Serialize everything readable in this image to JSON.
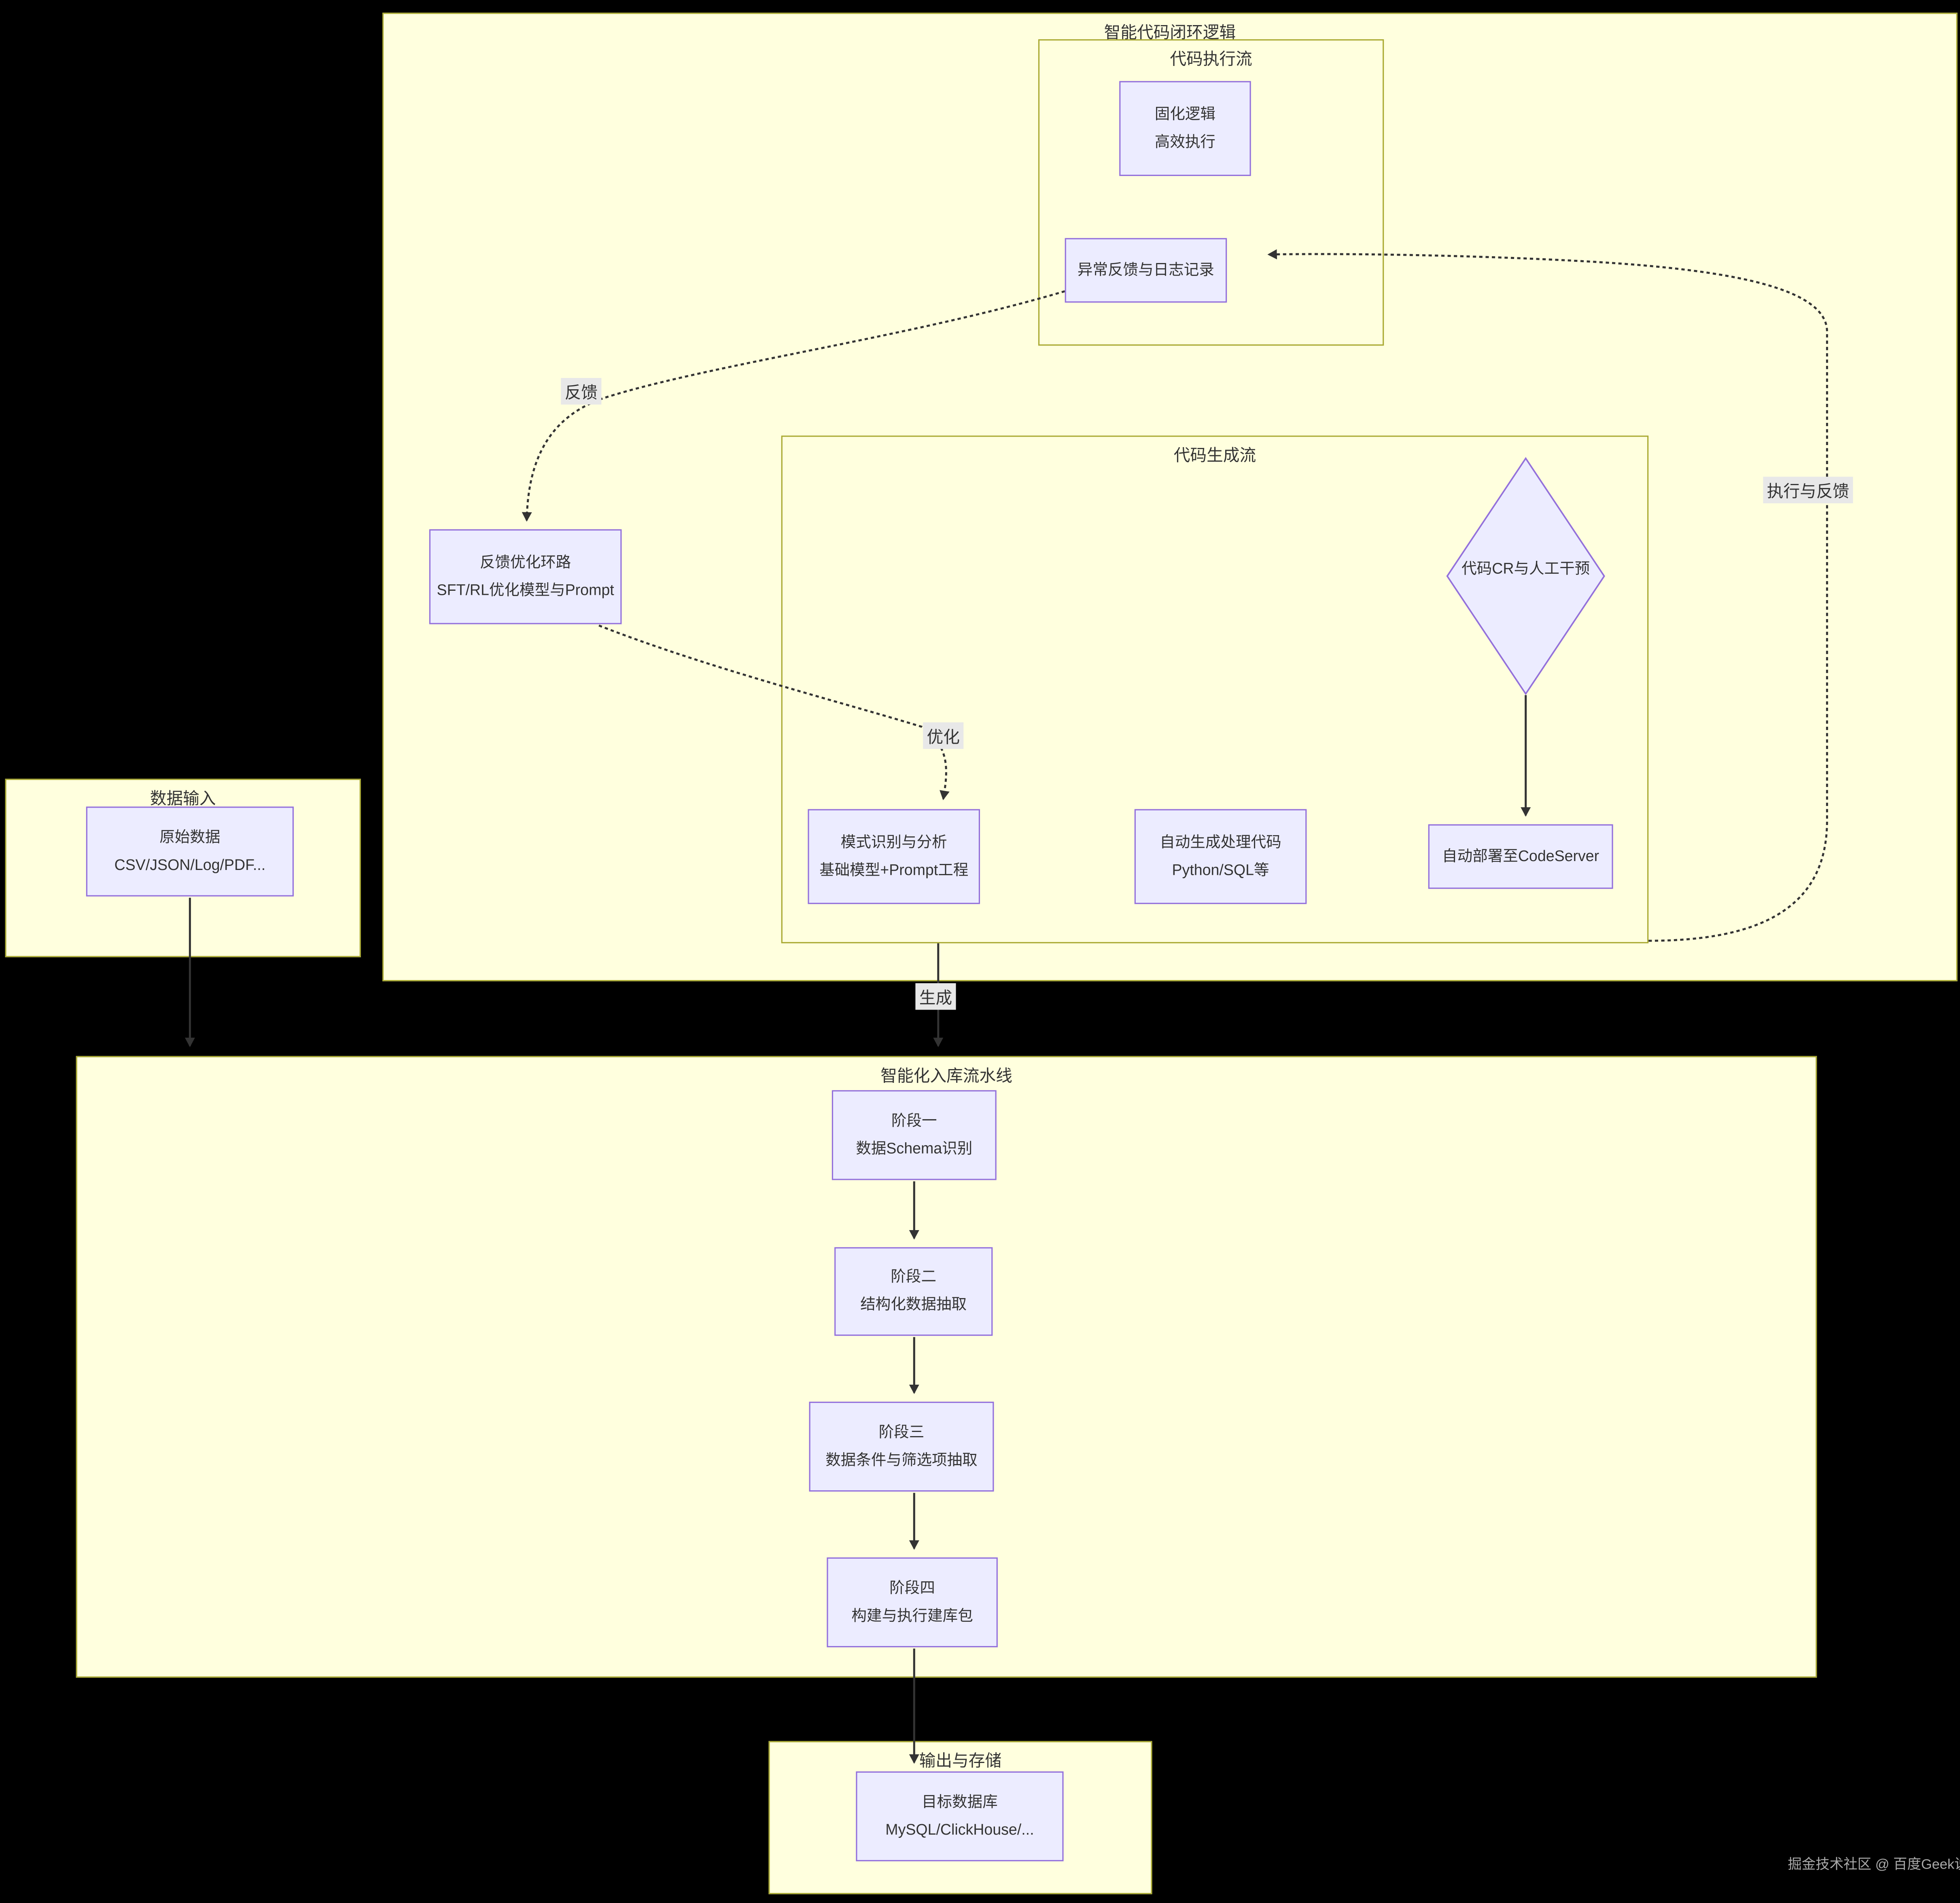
{
  "diagram": {
    "clusters": {
      "code_loop": {
        "title": "智能代码闭环逻辑"
      },
      "code_exec": {
        "title": "代码执行流"
      },
      "code_gen": {
        "title": "代码生成流"
      },
      "data_input": {
        "title": "数据输入"
      },
      "pipeline": {
        "title": "智能化入库流水线"
      },
      "output": {
        "title": "输出与存储"
      }
    },
    "nodes": {
      "solid_logic": {
        "line1": "固化逻辑",
        "line2": "高效执行"
      },
      "exception_log": {
        "line1": "异常反馈与日志记录"
      },
      "feedback_loop": {
        "line1": "反馈优化环路",
        "line2": "SFT/RL优化模型与Prompt"
      },
      "pattern": {
        "line1": "模式识别与分析",
        "line2": "基础模型+Prompt工程"
      },
      "autogen": {
        "line1": "自动生成处理代码",
        "line2": "Python/SQL等"
      },
      "deploy": {
        "line1": "自动部署至CodeServer"
      },
      "code_review": {
        "line1": "代码CR与人工干预"
      },
      "raw_data": {
        "line1": "原始数据",
        "line2": "CSV/JSON/Log/PDF..."
      },
      "stage1": {
        "line1": "阶段一",
        "line2": "数据Schema识别"
      },
      "stage2": {
        "line1": "阶段二",
        "line2": "结构化数据抽取"
      },
      "stage3": {
        "line1": "阶段三",
        "line2": "数据条件与筛选项抽取"
      },
      "stage4": {
        "line1": "阶段四",
        "line2": "构建与执行建库包"
      },
      "target_db": {
        "line1": "目标数据库",
        "line2": "MySQL/ClickHouse/..."
      }
    },
    "edge_labels": {
      "feedback": "反馈",
      "optimize": "优化",
      "exec_feedback": "执行与反馈",
      "generate": "生成"
    },
    "watermark": "掘金技术社区 @ 百度Geek说",
    "colors": {
      "canvas_bg": "#000000",
      "cluster_fill": "#ffffde",
      "cluster_border": "#aaaa33",
      "node_fill": "#ececff",
      "node_border": "#9370db",
      "text": "#333333",
      "edge": "#333333",
      "edge_label_bg": "#e8e8e8"
    }
  }
}
